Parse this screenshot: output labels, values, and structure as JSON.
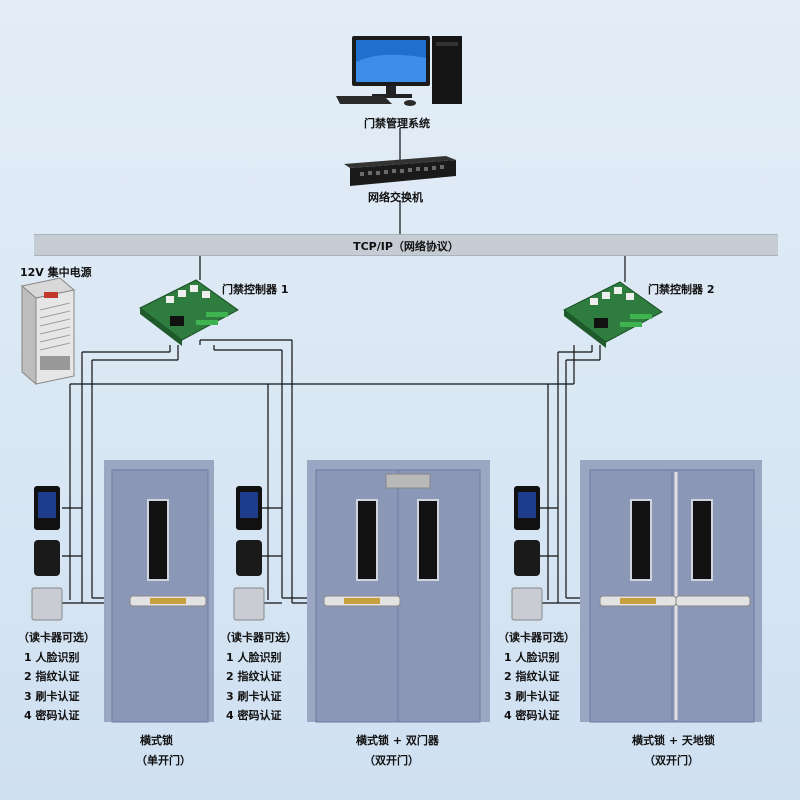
{
  "pc_label": "门禁管理系统",
  "switch_label": "网络交换机",
  "bus_label": "TCP/IP（网络协议）",
  "power_label": "12V 集中电源",
  "controllers": [
    "门禁控制器 1",
    "门禁控制器 2"
  ],
  "reader_groups": [
    {
      "title": "（读卡器可选）",
      "items": [
        "1 人脸识别",
        "2 指纹认证",
        "3 刷卡认证",
        "4 密码认证"
      ]
    },
    {
      "title": "（读卡器可选）",
      "items": [
        "1 人脸识别",
        "2 指纹认证",
        "3 刷卡认证",
        "4 密码认证"
      ]
    },
    {
      "title": "（读卡器可选）",
      "items": [
        "1 人脸识别",
        "2 指纹认证",
        "3 刷卡认证",
        "4 密码认证"
      ]
    }
  ],
  "doors": [
    {
      "lock": "横式锁",
      "type": "（单开门）"
    },
    {
      "lock": "横式锁 + 双门器",
      "type": "（双开门）"
    },
    {
      "lock": "横式锁 + 天地锁",
      "type": "（双开门）"
    }
  ],
  "colors": {
    "door": "#8b97b7",
    "door_frame": "#9aa6c2",
    "board": "#2e7d3e",
    "bus": "#c6ccd3"
  }
}
